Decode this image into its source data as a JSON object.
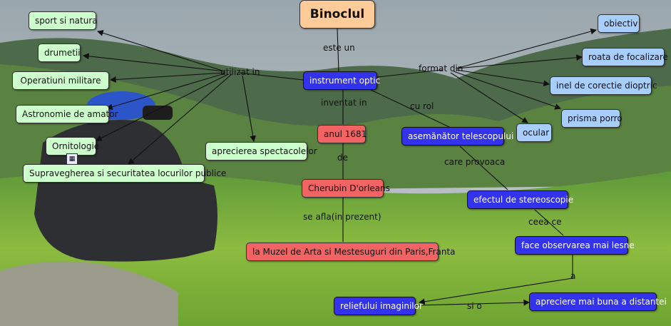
{
  "title": "Binoclul",
  "nodes": {
    "instrument": "instrument optic",
    "sport": "sport si natura",
    "drumetii": "drumetii",
    "militare": "Operatiuni militare",
    "astronomie": "Astronomie de amator",
    "ornitologie": "Ornitologie",
    "supraveghere": "Supravegherea si securitatea locurilor publice",
    "spectacole": "aprecierea spectacolelor",
    "an": "anul 1681",
    "cherubin": "Cherubin D'orleans",
    "muzeu": "la Muzel de Arta si Mestesuguri din Paris,Franta",
    "telescop": "asemănător telescopului",
    "stereo": "efectul de stereoscopie",
    "observare": "face observarea mai lesne",
    "relief": "reliefului imaginilor",
    "distanta": "apreciere mai buna a distantei",
    "obiectiv": "obiectiv",
    "roata": "roata de focalizare",
    "inel": "inel de corectie dioptric",
    "prisma": "prisma porro",
    "ocular": "ocular"
  },
  "links": {
    "este_un": "este un",
    "utilizat_in": "utilizat in",
    "inventat_in": "inventat in",
    "de": "de",
    "se_afla": "se afla(in prezent)",
    "cu_rol": "cu rol",
    "format_din": "format din",
    "care_provoaca": "care provoaca",
    "ceea_ce": "ceea ce",
    "a": "a",
    "si_o": "si o"
  },
  "icons": {
    "ornitologie_attachment": "attachment-icon"
  },
  "colors": {
    "title": "#ffcc99",
    "green": "#ccffcc",
    "blue": "#3333ee",
    "light_blue": "#a8cdff",
    "red": "#f26363"
  }
}
